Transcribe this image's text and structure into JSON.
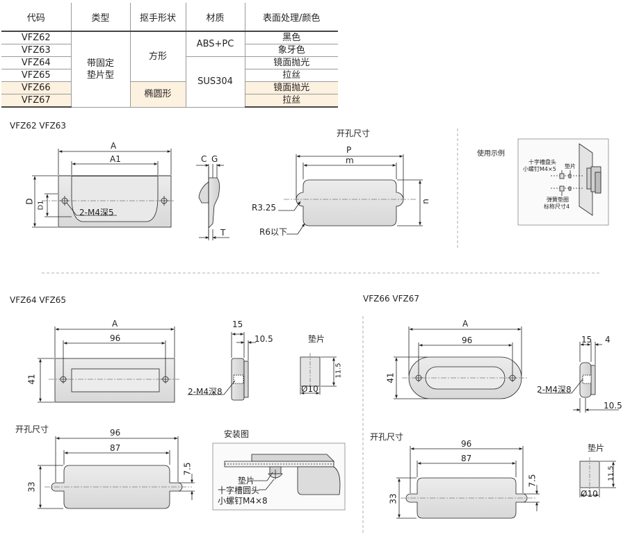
{
  "table": {
    "headers": [
      "代码",
      "类型",
      "抠手形状",
      "材质",
      "表面处理/颜色"
    ],
    "rows": [
      {
        "code": "VFZ62",
        "finish": "黑色"
      },
      {
        "code": "VFZ63",
        "finish": "象牙色"
      },
      {
        "code": "VFZ64",
        "finish": "镜面抛光"
      },
      {
        "code": "VFZ65",
        "finish": "拉丝"
      },
      {
        "code": "VFZ66",
        "finish": "镜面抛光"
      },
      {
        "code": "VFZ67",
        "finish": "拉丝"
      }
    ],
    "type_line1": "带固定",
    "type_line2": "垫片型",
    "shape_square": "方形",
    "shape_oval": "椭圆形",
    "material_abs": "ABS+PC",
    "material_sus": "SUS304",
    "highlight_color": "#fdf1df"
  },
  "s1": {
    "title": "VFZ62  VFZ63",
    "A": "A",
    "A1": "A1",
    "D": "D",
    "D1": "D1",
    "hole": "2-M4深5",
    "C": "C",
    "G": "G",
    "T": "T",
    "cut_title": "开孔尺寸",
    "P": "P",
    "m": "m",
    "n": "n",
    "r1": "R3.25",
    "r2": "R6以下"
  },
  "usage": {
    "title": "使用示例",
    "screw_line1": "十字槽盘头",
    "screw_line2": "小螺钉M4×5",
    "washer": "垫片",
    "spring_line1": "弹簧垫圈",
    "spring_line2": "标称尺寸4"
  },
  "s2": {
    "title": "VFZ64  VFZ65",
    "A": "A",
    "w96": "96",
    "h41": "41",
    "d15": "15",
    "d105": "10.5",
    "hole": "2-M4深8",
    "washer_title": "垫片",
    "w_h": "11.5",
    "w_d": "Ø10",
    "cut_title": "开孔尺寸",
    "c96": "96",
    "c87": "87",
    "c33": "33",
    "c75": "7.5",
    "inst_title": "安装图",
    "inst_washer": "垫片",
    "inst_screw1": "十字槽圆头",
    "inst_screw2": "小螺钉M4×8"
  },
  "s3": {
    "title": "VFZ66  VFZ67",
    "A": "A",
    "w96": "96",
    "h41": "41",
    "d15": "15",
    "d4": "4",
    "d105": "10.5",
    "hole": "2-M4深8",
    "cut_title": "开孔尺寸",
    "c96": "96",
    "c87": "87",
    "c33": "33",
    "c75": "7.5",
    "washer_title": "垫片",
    "w_h": "11.5",
    "w_d": "Ø10"
  }
}
